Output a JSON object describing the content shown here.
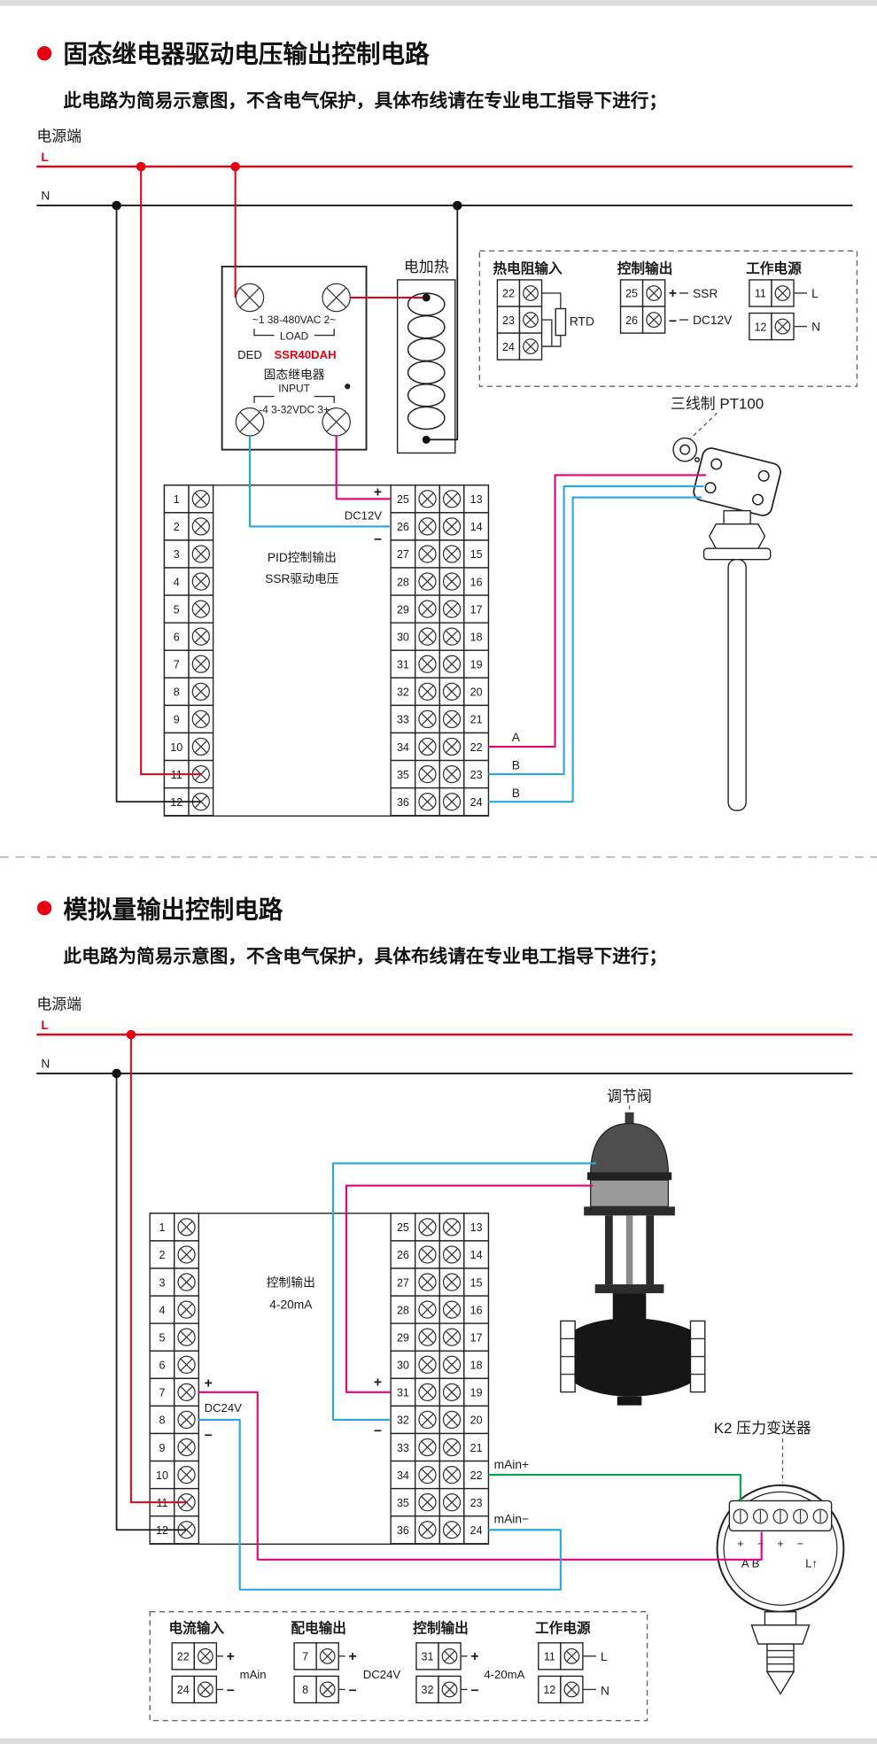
{
  "colors": {
    "accent_red": "#e60012",
    "wire_magenta": "#e5007d",
    "wire_blue": "#29a8e0",
    "wire_green": "#00a550",
    "line_n": "#1a1a1a"
  },
  "s1": {
    "title": "固态继电器驱动电压输出控制电路",
    "subtitle": "此电路为简易示意图，不含电气保护，具体布线请在专业电工指导下进行；",
    "power": "电源端",
    "l": "L",
    "n": "N",
    "heater": "电加热",
    "ssr": {
      "line1": "~1  38-480VAC  2~",
      "load": "LOAD",
      "ded": "DED",
      "model": "SSR40DAH",
      "name": "固态继电器",
      "input": "INPUT",
      "line6": "-4  3-32VDC  3+"
    },
    "legend": {
      "g1": {
        "title": "热电阻输入",
        "terms": [
          "22",
          "23",
          "24"
        ],
        "label": "RTD"
      },
      "g2": {
        "title": "控制输出",
        "terms": [
          "25",
          "26"
        ],
        "plus": "+",
        "minus": "−",
        "l1": "SSR",
        "l2": "DC12V"
      },
      "g3": {
        "title": "工作电源",
        "terms": [
          "11",
          "12"
        ],
        "l1": "L",
        "l2": "N"
      }
    },
    "pt100": "三线制 PT100",
    "ctrl": {
      "left": [
        "1",
        "2",
        "3",
        "4",
        "5",
        "6",
        "7",
        "8",
        "9",
        "10",
        "11",
        "12"
      ],
      "mid": [
        "25",
        "26",
        "27",
        "28",
        "29",
        "30",
        "31",
        "32",
        "33",
        "34",
        "35",
        "36"
      ],
      "right": [
        "13",
        "14",
        "15",
        "16",
        "17",
        "18",
        "19",
        "20",
        "21",
        "22",
        "23",
        "24"
      ],
      "plus": "+",
      "dc": "DC12V",
      "minus": "−",
      "pid1": "PID控制输出",
      "pid2": "SSR驱动电压",
      "wa": "A",
      "wb1": "B",
      "wb2": "B"
    }
  },
  "s2": {
    "title": "模拟量输出控制电路",
    "subtitle": "此电路为简易示意图，不含电气保护，具体布线请在专业电工指导下进行；",
    "power": "电源端",
    "l": "L",
    "n": "N",
    "valve": "调节阀",
    "transmitter": {
      "title": "K2 压力变送器",
      "signs": [
        "+",
        "−",
        "+",
        "−"
      ],
      "ab": "A  B",
      "lu": "L↑"
    },
    "ctrl": {
      "left": [
        "1",
        "2",
        "3",
        "4",
        "5",
        "6",
        "7",
        "8",
        "9",
        "10",
        "11",
        "12"
      ],
      "mid": [
        "25",
        "26",
        "27",
        "28",
        "29",
        "30",
        "31",
        "32",
        "33",
        "34",
        "35",
        "36"
      ],
      "right": [
        "13",
        "14",
        "15",
        "16",
        "17",
        "18",
        "19",
        "20",
        "21",
        "22",
        "23",
        "24"
      ],
      "out1": "控制输出",
      "out2": "4-20mA",
      "plusl": "+",
      "dc": "DC24V",
      "minusl": "−",
      "plusr": "+",
      "minusr": "−",
      "mainp": "mAin+",
      "mainm": "mAin−"
    },
    "legend": {
      "g1": {
        "title": "电流输入",
        "terms": [
          "22",
          "24"
        ],
        "plus": "+",
        "minus": "−",
        "label": "mAin"
      },
      "g2": {
        "title": "配电输出",
        "terms": [
          "7",
          "8"
        ],
        "plus": "+",
        "minus": "−",
        "label": "DC24V"
      },
      "g3": {
        "title": "控制输出",
        "terms": [
          "31",
          "32"
        ],
        "plus": "+",
        "minus": "−",
        "label": "4-20mA"
      },
      "g4": {
        "title": "工作电源",
        "terms": [
          "11",
          "12"
        ],
        "l1": "L",
        "l2": "N"
      }
    }
  }
}
